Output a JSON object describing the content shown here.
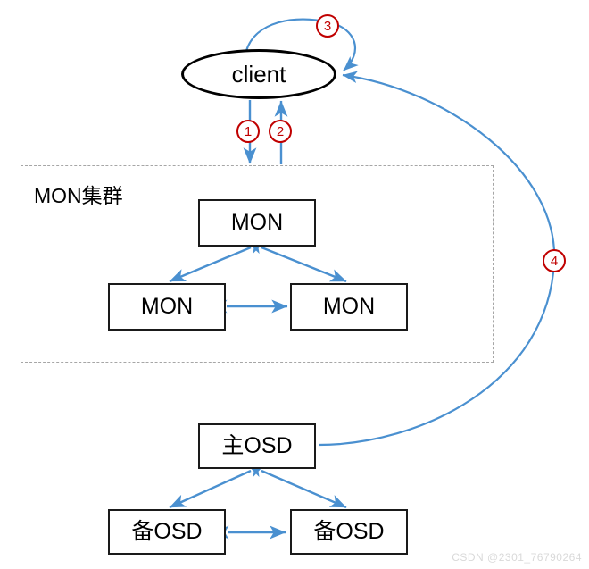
{
  "diagram": {
    "title_watermark": "CSDN @2301_76790264",
    "colors": {
      "arrow_blue": "#4a90d0",
      "badge_red": "#c00000",
      "node_border": "#1a1a1a",
      "cluster_border": "#a6a6a6",
      "client_border": "#000000",
      "watermark": "#d9d9d9"
    },
    "client": {
      "label": "client"
    },
    "mon_cluster": {
      "title": "MON集群",
      "nodes": [
        {
          "label": "MON"
        },
        {
          "label": "MON"
        },
        {
          "label": "MON"
        }
      ]
    },
    "osd_group": {
      "primary": {
        "label": "主OSD"
      },
      "replicas": [
        {
          "label": "备OSD"
        },
        {
          "label": "备OSD"
        }
      ]
    },
    "steps": [
      {
        "number": "1",
        "meaning": "client-to-mon-request"
      },
      {
        "number": "2",
        "meaning": "mon-to-client-response"
      },
      {
        "number": "3",
        "meaning": "client-self-loop"
      },
      {
        "number": "4",
        "meaning": "primary-osd-to-client-ack"
      }
    ]
  }
}
